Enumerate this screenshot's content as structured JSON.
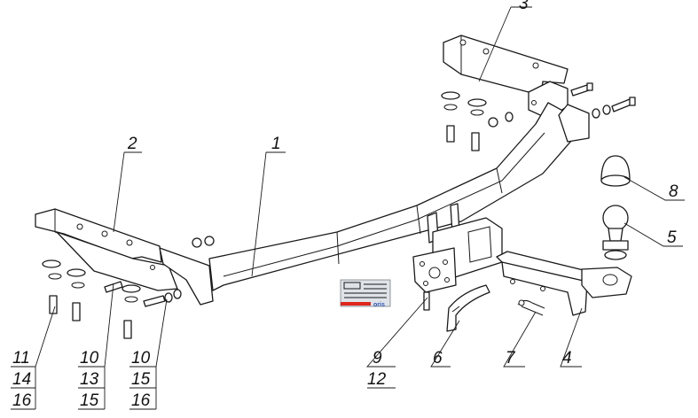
{
  "diagram": {
    "callouts": {
      "c1": "1",
      "c2": "2",
      "c3": "3",
      "c4": "4",
      "c5": "5",
      "c6": "6",
      "c7": "7",
      "c8": "8",
      "c9": "9",
      "c12": "12",
      "c11": "11",
      "c14": "14",
      "c16a": "16",
      "c10a": "10",
      "c13": "13",
      "c15a": "15",
      "c10b": "10",
      "c15b": "15",
      "c16b": "16"
    },
    "plate_logo_text": "oris"
  },
  "colors": {
    "line": "#1a1a1a",
    "background": "#ffffff",
    "plate_accent": "#e0261b",
    "plate_logo": "#2a56b8"
  }
}
